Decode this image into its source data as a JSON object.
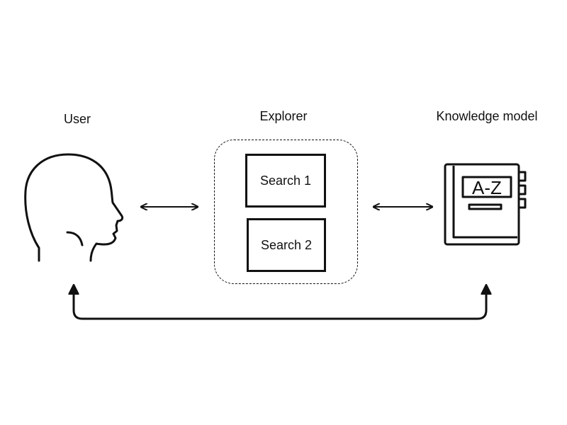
{
  "nodes": {
    "user": {
      "label": "User",
      "icon": "head-profile-icon"
    },
    "explorer": {
      "label": "Explorer",
      "searches": [
        "Search 1",
        "Search 2"
      ]
    },
    "knowledge_model": {
      "label": "Knowledge model",
      "icon": "book-icon",
      "book_text": "A-Z"
    }
  },
  "edges": [
    {
      "from": "user",
      "to": "explorer",
      "direction": "bidirectional"
    },
    {
      "from": "explorer",
      "to": "knowledge_model",
      "direction": "bidirectional"
    },
    {
      "from": "user",
      "to": "knowledge_model",
      "direction": "bidirectional"
    }
  ]
}
